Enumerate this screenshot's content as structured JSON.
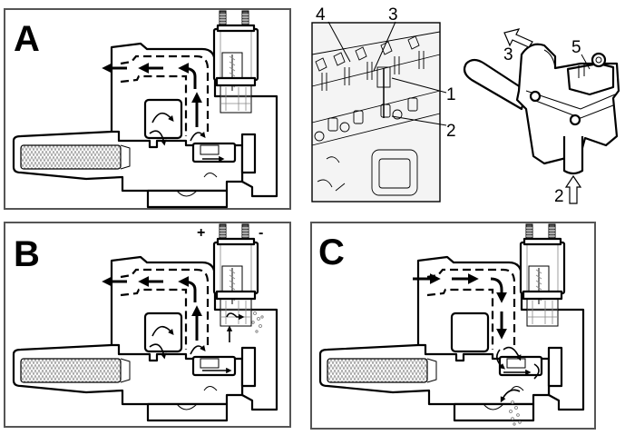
{
  "figure": {
    "description": "Fuel pump / bleed valve operating states diagram",
    "panels": [
      {
        "id": "A",
        "label": "A",
        "state": "normal-flow-out",
        "flow_direction": "outlet-left"
      },
      {
        "id": "B",
        "label": "B",
        "state": "solenoid-energized",
        "flow_direction": "outlet-left",
        "terminal_positive": "+",
        "terminal_negative": "-"
      },
      {
        "id": "C",
        "label": "C",
        "state": "return-flow-drain",
        "flow_direction": "inlet-right"
      }
    ],
    "location_view": {
      "callouts": [
        {
          "id": "1",
          "label": "1"
        },
        {
          "id": "2",
          "label": "2"
        },
        {
          "id": "3",
          "label": "3"
        },
        {
          "id": "4",
          "label": "4"
        }
      ]
    },
    "component_view": {
      "callouts": [
        {
          "id": "2",
          "label": "2",
          "arrow": "inlet-up"
        },
        {
          "id": "3",
          "label": "3",
          "arrow": "outlet-up-left"
        },
        {
          "id": "5",
          "label": "5"
        }
      ]
    }
  },
  "colors": {
    "line": "#000000",
    "frame": "#555555",
    "background": "#ffffff",
    "spray": "#777777"
  }
}
